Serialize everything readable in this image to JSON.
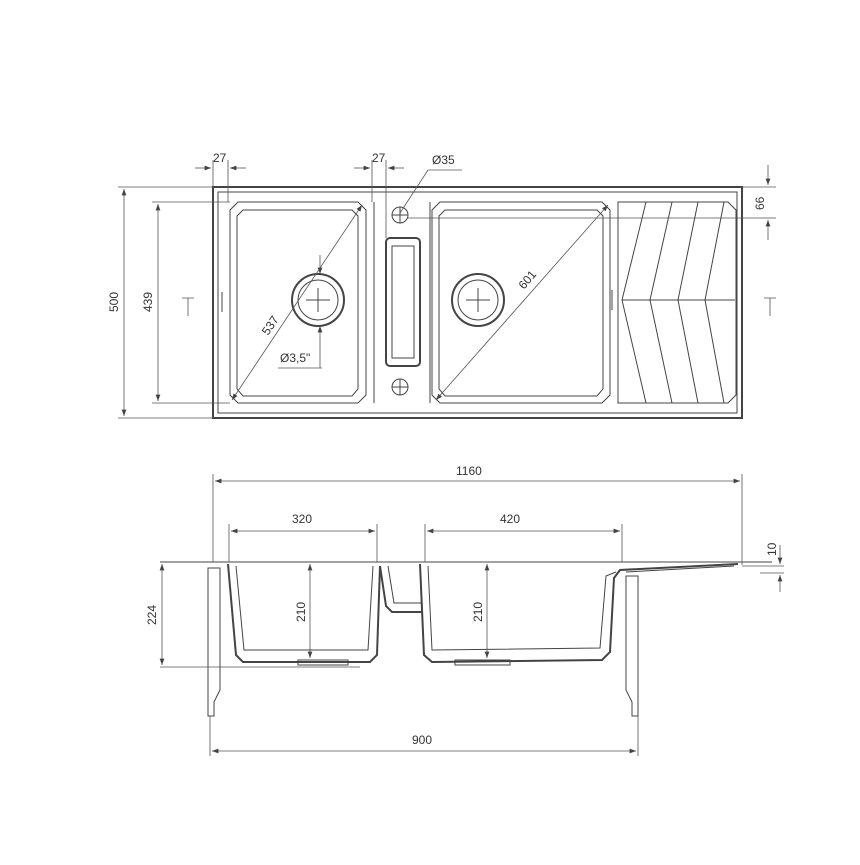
{
  "top_view": {
    "dim_width_left_rim": "27",
    "dim_width_divider": "27",
    "dim_tap_hole": "Ø35",
    "dim_total_depth": "500",
    "dim_inner_depth": "439",
    "dim_tap_offset": "66",
    "dim_left_bowl_diagonal": "537",
    "dim_right_bowl_diagonal": "601",
    "dim_drain": "Ø3,5\""
  },
  "side_view": {
    "dim_total_length": "1160",
    "dim_left_bowl_width": "320",
    "dim_right_bowl_width": "420",
    "dim_rim_thickness": "10",
    "dim_total_height": "224",
    "dim_left_bowl_depth": "210",
    "dim_right_bowl_depth": "210",
    "dim_cabinet_width": "900"
  },
  "colors": {
    "line": "#444444",
    "text": "#333333"
  }
}
